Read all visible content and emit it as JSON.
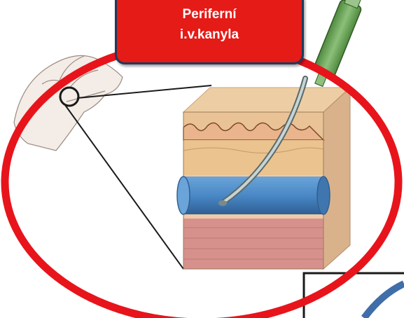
{
  "title_box": {
    "line1": "Periferní",
    "line2": "i.v.kanyla"
  },
  "colors": {
    "ring": "#e8141b",
    "title_fill": "#e41b17",
    "title_border": "#1f3a5c",
    "vein": "#4a88c6",
    "skin_top": "#e9c396",
    "dermis": "#eac38f",
    "fat": "#f0c9a8",
    "muscle": "#d6918c",
    "syringe": "#6fa35c",
    "corner_arc": "#3f6ea8"
  },
  "icons": {
    "hand": "hand-illustration",
    "needle": "cannula-needle-icon",
    "tissue": "skin-tissue-block"
  }
}
